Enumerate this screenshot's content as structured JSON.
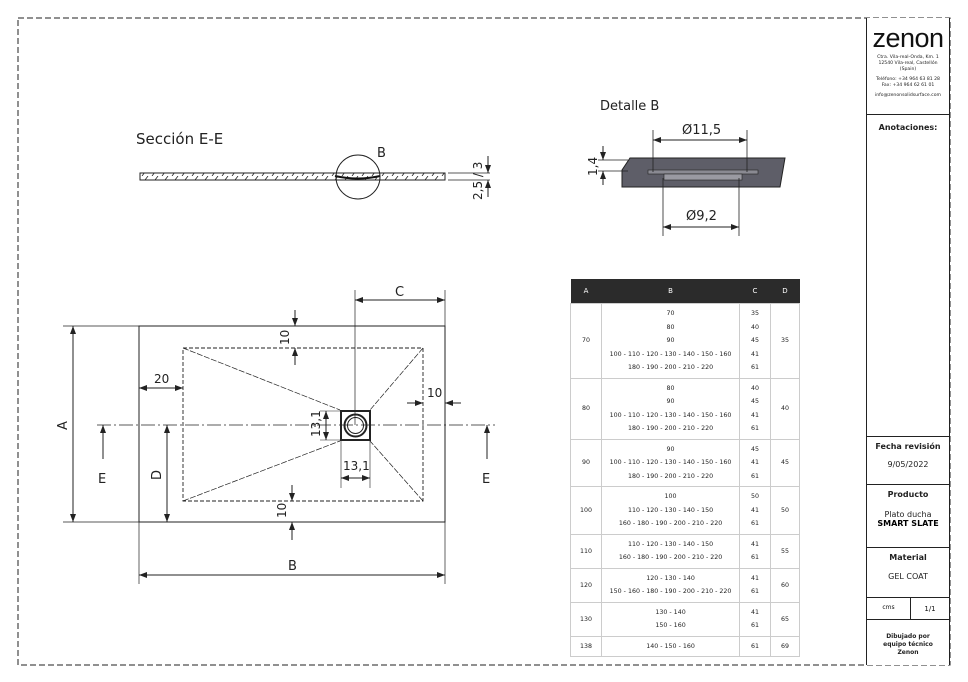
{
  "section": {
    "title": "Sección E-E",
    "detail_ref": "B",
    "thickness": "2,5 / 3"
  },
  "detail": {
    "title": "Detalle B",
    "outer_diameter": "Ø11,5",
    "inner_diameter": "Ø9,2",
    "height": "1,4"
  },
  "plan": {
    "dim_A": "A",
    "dim_B": "B",
    "dim_C": "C",
    "dim_D": "D",
    "section_mark": "E",
    "margin_top": "10",
    "margin_bottom": "10",
    "margin_left": "20",
    "margin_right": "10",
    "drain_width": "13,1",
    "drain_height": "13,1"
  },
  "title_block": {
    "logo": "zenon",
    "address": [
      "Ctra. Vila-real-Onda, Km. 1",
      "12540 Vila-real, Castellón",
      "(Spain)"
    ],
    "phone": "Teléfono: +34 964 63 81 28",
    "fax": "Fax: +34 964 62 61 01",
    "email": "info@zenonsolidsurface.com",
    "notes_label": "Anotaciones:",
    "revision_label": "Fecha revisión",
    "revision_date": "9/05/2022",
    "product_label": "Producto",
    "product_line1": "Plato ducha",
    "product_line2": "SMART SLATE",
    "material_label": "Material",
    "material": "GEL COAT",
    "units": "cms",
    "sheet": "1/1",
    "drawn_by": "Dibujado por equipo técnico Zenon"
  },
  "table": {
    "headers": [
      "A",
      "B",
      "C",
      "D"
    ],
    "rows": [
      {
        "A": "70",
        "B": [
          "70",
          "80",
          "90",
          "100 - 110 - 120 - 130 - 140 - 150 - 160",
          "180 - 190 - 200 - 210 - 220"
        ],
        "C": [
          "35",
          "40",
          "45",
          "41",
          "61"
        ],
        "D": "35"
      },
      {
        "A": "80",
        "B": [
          "80",
          "90",
          "100 - 110 - 120 - 130 - 140 - 150 - 160",
          "180 - 190 - 200 - 210 - 220"
        ],
        "C": [
          "40",
          "45",
          "41",
          "61"
        ],
        "D": "40"
      },
      {
        "A": "90",
        "B": [
          "90",
          "100 - 110 - 120 - 130 - 140 - 150 - 160",
          "180 - 190 - 200 - 210 - 220"
        ],
        "C": [
          "45",
          "41",
          "61"
        ],
        "D": "45"
      },
      {
        "A": "100",
        "B": [
          "100",
          "110 - 120 - 130 - 140 - 150",
          "160 - 180 - 190 - 200 - 210 - 220"
        ],
        "C": [
          "50",
          "41",
          "61"
        ],
        "D": "50"
      },
      {
        "A": "110",
        "B": [
          "110 - 120 - 130 - 140 - 150",
          "160 - 180 - 190 - 200 - 210 - 220"
        ],
        "C": [
          "41",
          "61"
        ],
        "D": "55"
      },
      {
        "A": "120",
        "B": [
          "120 - 130 - 140",
          "150 - 160 - 180 - 190 - 200 - 210 - 220"
        ],
        "C": [
          "41",
          "61"
        ],
        "D": "60"
      },
      {
        "A": "130",
        "B": [
          "130 - 140",
          "150 - 160"
        ],
        "C": [
          "41",
          "61"
        ],
        "D": "65"
      },
      {
        "A": "138",
        "B": [
          "140 - 150 - 160"
        ],
        "C": [
          "61"
        ],
        "D": "69"
      }
    ]
  }
}
